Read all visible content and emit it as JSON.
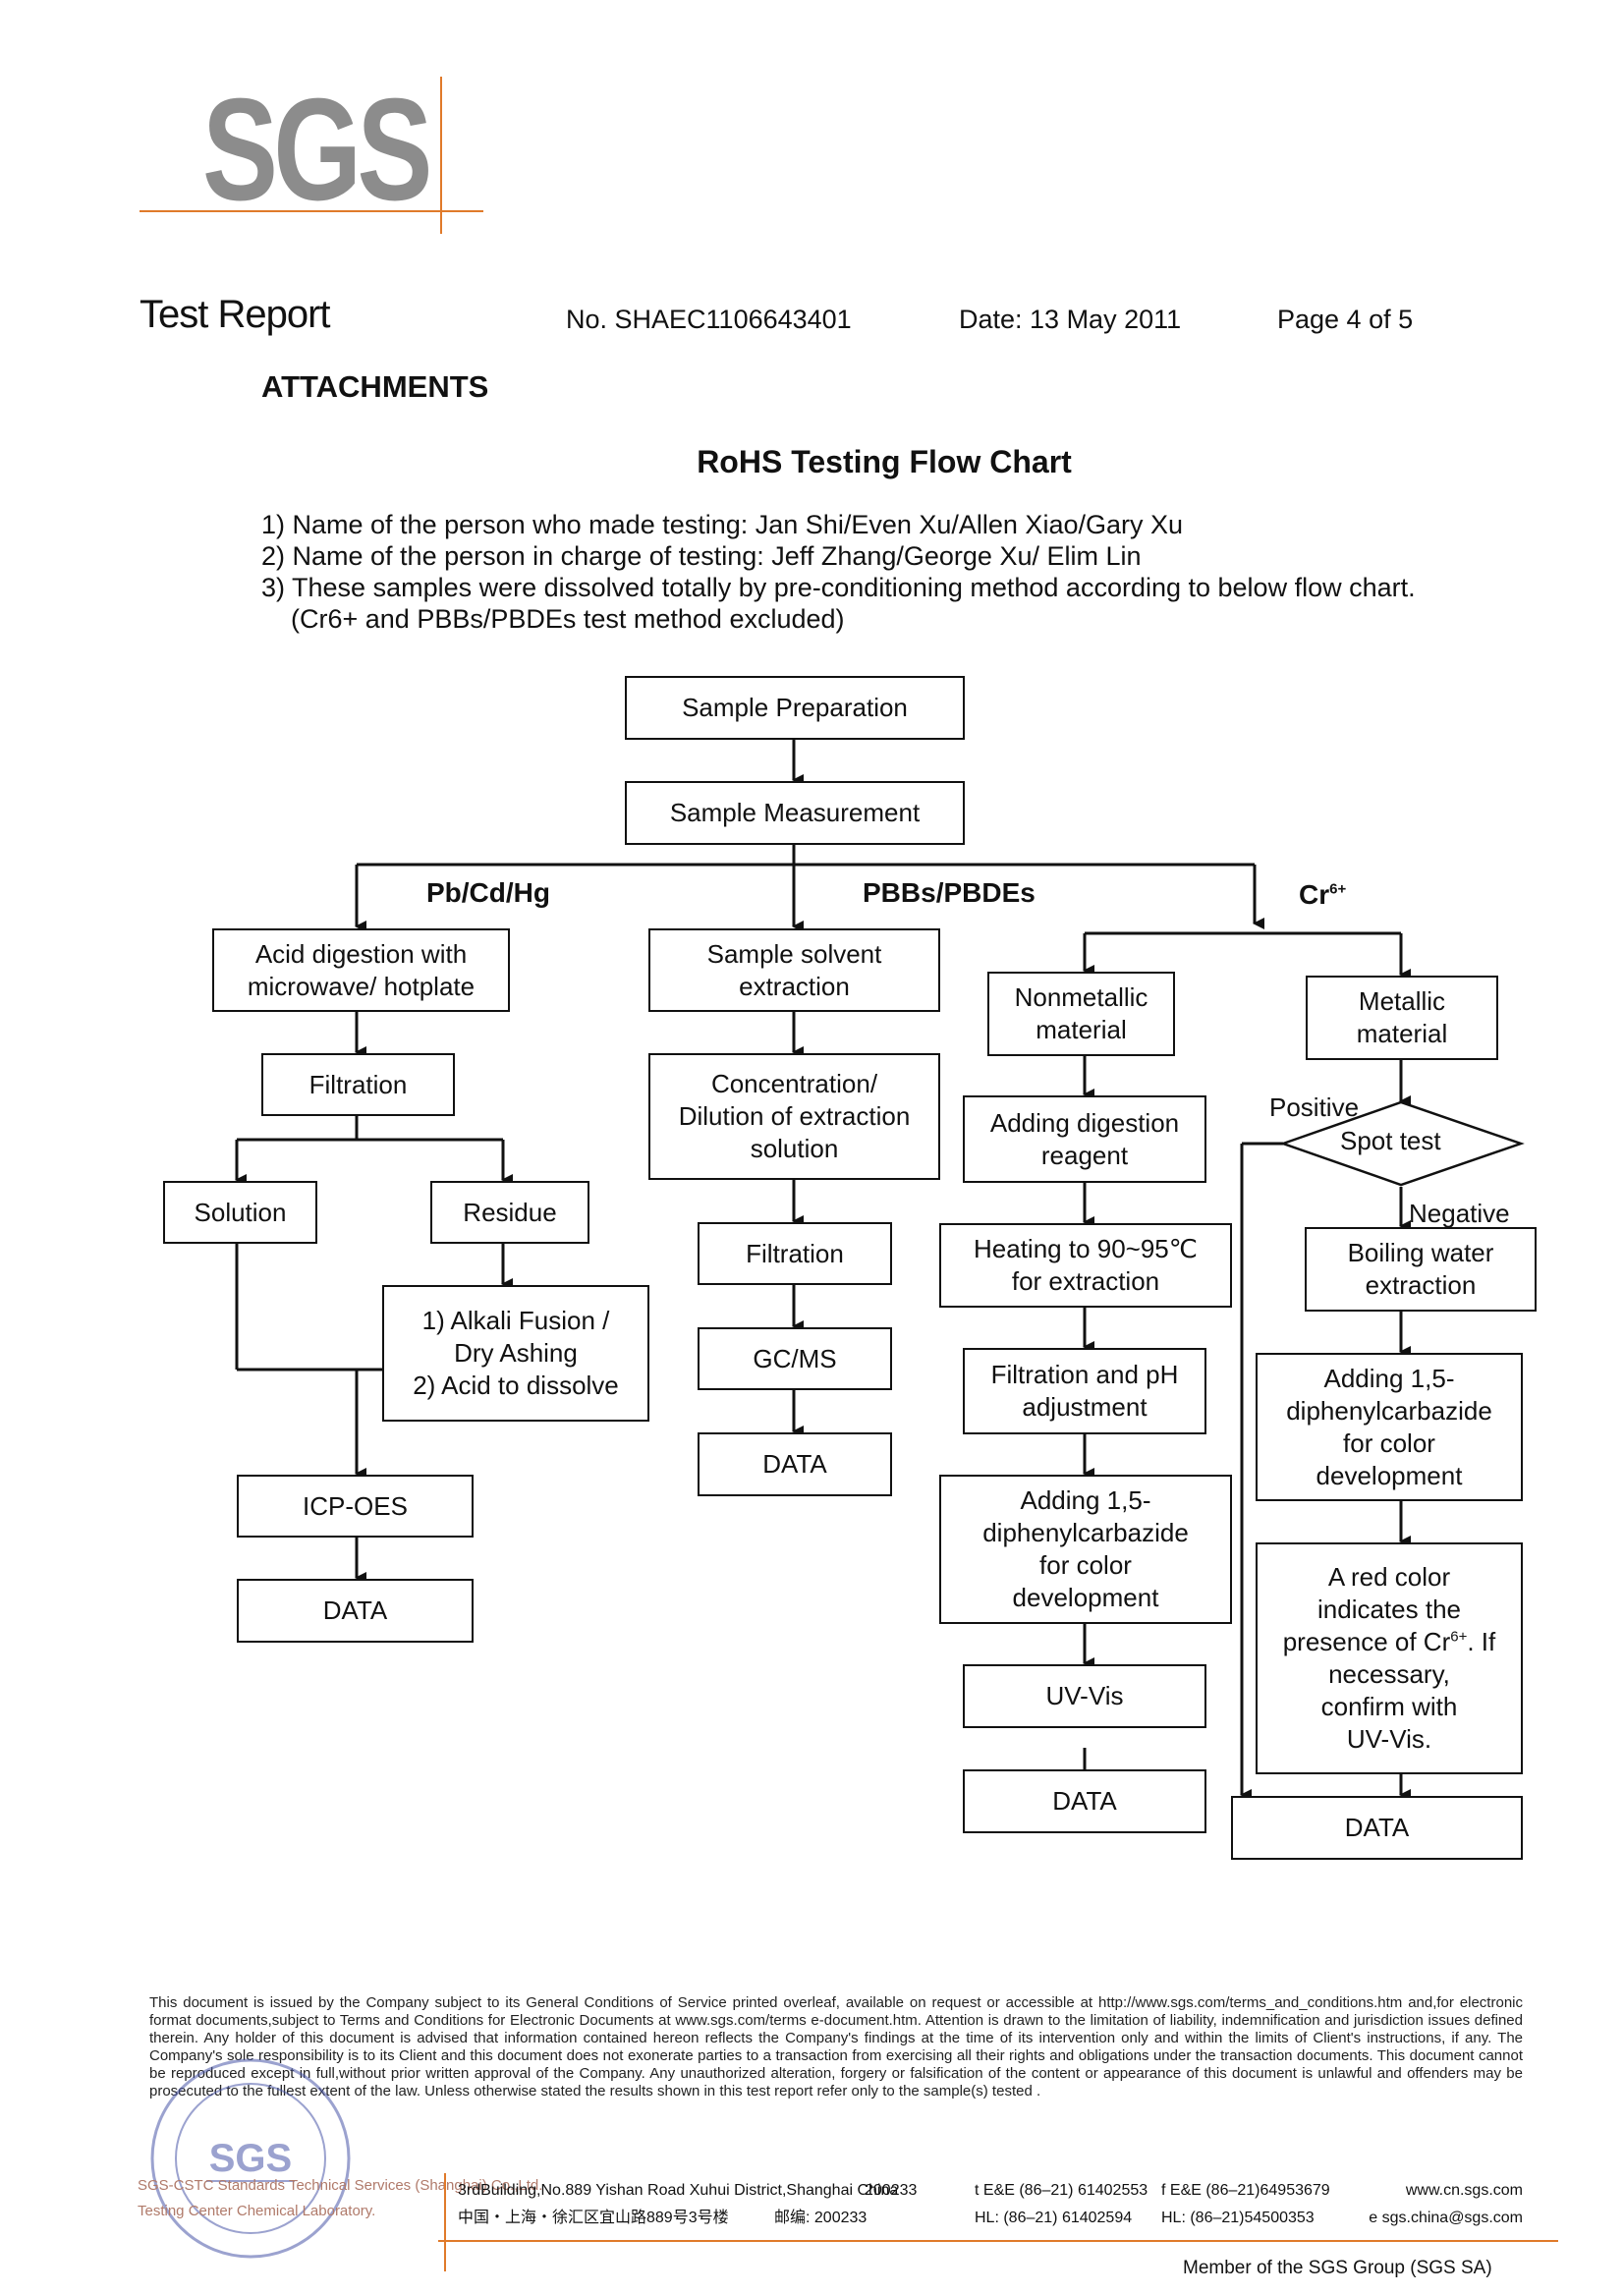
{
  "logo": {
    "text": "SGS"
  },
  "header": {
    "title": "Test Report",
    "number": "No. SHAEC1106643401",
    "date": "Date: 13 May 2011",
    "page": "Page 4 of 5"
  },
  "attachments_heading": "ATTACHMENTS",
  "chart_title": "RoHS Testing Flow Chart",
  "notes": [
    "1) Name of the person who made testing: Jan Shi/Even Xu/Allen Xiao/Gary Xu",
    "2) Name of the person in charge of testing: Jeff Zhang/George Xu/ Elim Lin",
    "3) These samples were dissolved totally by pre-conditioning method according to below flow chart.",
    "(Cr6+ and PBBs/PBDEs test method excluded)"
  ],
  "flow": {
    "sample_preparation": "Sample Preparation",
    "sample_measurement": "Sample Measurement",
    "branch_pbcdhg": "Pb/Cd/Hg",
    "branch_pbbs": "PBBs/PBDEs",
    "branch_cr": "Cr",
    "branch_cr_sup": "6+",
    "acid_digestion": "Acid digestion with\nmicrowave/ hotplate",
    "filtration_1": "Filtration",
    "solution": "Solution",
    "residue": "Residue",
    "alkali_fusion": "1) Alkali Fusion /\nDry Ashing\n2) Acid to dissolve",
    "icp_oes": "ICP-OES",
    "data_1": "DATA",
    "solvent_extraction": "Sample solvent\nextraction",
    "concentration": "Concentration/\nDilution of extraction\nsolution",
    "filtration_2": "Filtration",
    "gcms": "GC/MS",
    "data_2": "DATA",
    "nonmetallic": "Nonmetallic\nmaterial",
    "adding_digestion": "Adding digestion\nreagent",
    "heating": "Heating to 90~95℃\nfor extraction",
    "filtration_ph": "Filtration and pH\nadjustment",
    "diphenyl_1": "Adding 1,5-\ndiphenylcarbazide\nfor color\ndevelopment",
    "uvvis": "UV-Vis",
    "data_3": "DATA",
    "metallic": "Metallic\nmaterial",
    "spot_test": "Spot test",
    "positive": "Positive",
    "negative": "Negative",
    "boiling": "Boiling water\nextraction",
    "diphenyl_2": "Adding 1,5-\ndiphenylcarbazide\nfor color\ndevelopment",
    "red_color_1": "A red color\nindicates the\npresence of Cr",
    "red_color_sup": "6+",
    "red_color_2": ". If\nnecessary,\nconfirm with\nUV-Vis.",
    "data_4": "DATA"
  },
  "footer": {
    "disclaimer": "This document is issued by the Company subject to its General Conditions of Service printed overleaf, available on request or accessible at http://www.sgs.com/terms_and_conditions.htm and,for electronic format documents,subject to Terms and Conditions for Electronic Documents at www.sgs.com/terms e-document.htm. Attention is drawn to the limitation of liability, indemnification and jurisdiction issues defined therein. Any holder of this document is advised that information contained hereon reflects the Company's findings at the time of its intervention only and within the limits of Client's instructions, if any. The Company's sole responsibility is to its Client and this document does not exonerate parties to a transaction from exercising all their rights and obligations under the transaction documents. This document cannot be reproduced except in full,without prior written approval of the Company. Any unauthorized alteration, forgery or falsification of the content or appearance of this document is unlawful and offenders may be prosecuted to the fullest extent of the law. Unless otherwise stated the results shown in this test report refer only to the sample(s) tested .",
    "company_line1": "SGS-CSTC Standards Technical Services (Shanghai) Co.,Ltd.",
    "company_line2": "Testing Center Chemical Laboratory.",
    "address_en": "3rdBuilding,No.889 Yishan Road Xuhui District,Shanghai China",
    "address_cn": "中国・上海・徐汇区宜山路889号3号楼",
    "zip_en": "200233",
    "zip_cn": "邮编: 200233",
    "tel1": "t E&E (86–21) 61402553",
    "tel2": "HL: (86–21) 61402594",
    "fax1": "f E&E (86–21)64953679",
    "fax2": "HL: (86–21)54500353",
    "web": "www.cn.sgs.com",
    "email": "e  sgs.china@sgs.com",
    "member": "Member of the SGS Group (SGS SA)",
    "stamp_text": "SGS"
  },
  "colors": {
    "accent": "#e07a2a",
    "logo_gray": "#8c8c8c"
  }
}
